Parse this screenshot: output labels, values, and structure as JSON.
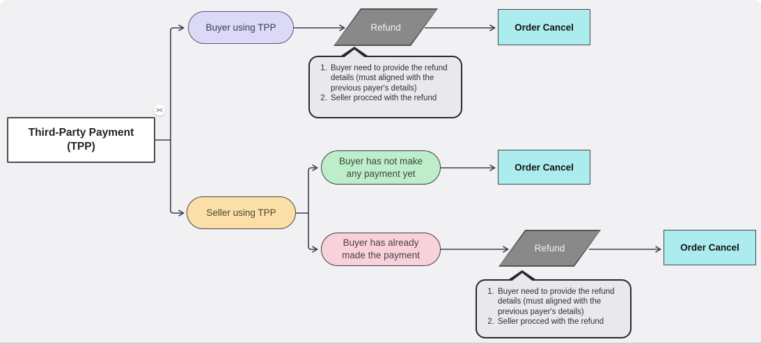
{
  "canvas": {
    "background_color": "#F1F1F4",
    "wire_color": "#3E3E46"
  },
  "nodes": {
    "root": {
      "label": "Third-Party Payment (TPP)",
      "fill": "#FFFFFF",
      "shape": "rectangle"
    },
    "buyer_branch": {
      "label": "Buyer using TPP",
      "fill": "#DCD9F8",
      "shape": "pill"
    },
    "refund_top": {
      "label": "Refund",
      "fill": "#898989",
      "shape": "parallelogram"
    },
    "order_cancel_top": {
      "label": "Order Cancel",
      "fill": "#ACECEF",
      "shape": "rectangle"
    },
    "seller_branch": {
      "label": "Seller using TPP",
      "fill": "#FBDFA6",
      "shape": "pill"
    },
    "no_payment": {
      "label": "Buyer has not make any payment yet",
      "fill": "#BEEDC9",
      "shape": "pill"
    },
    "order_cancel_mid": {
      "label": "Order Cancel",
      "fill": "#ACECEF",
      "shape": "rectangle"
    },
    "already_paid": {
      "label": "Buyer has already made the payment",
      "fill": "#F9D1DB",
      "shape": "pill"
    },
    "refund_bottom": {
      "label": "Refund",
      "fill": "#898989",
      "shape": "parallelogram"
    },
    "order_cancel_bottom": {
      "label": "Order Cancel",
      "fill": "#ACECEF",
      "shape": "rectangle"
    }
  },
  "notes": {
    "refund_note_top": {
      "items": [
        "Buyer need to provide the refund details (must aligned with the previous payer's details)",
        "Seller procced with the refund"
      ],
      "fill": "#E9E9EB"
    },
    "refund_note_bottom": {
      "items": [
        "Buyer need to provide the refund details (must aligned with the previous payer's details)",
        "Seller procced with the refund"
      ],
      "fill": "#E9E9EB"
    }
  },
  "icons": {
    "connector_badge": "shuffle-icon"
  }
}
